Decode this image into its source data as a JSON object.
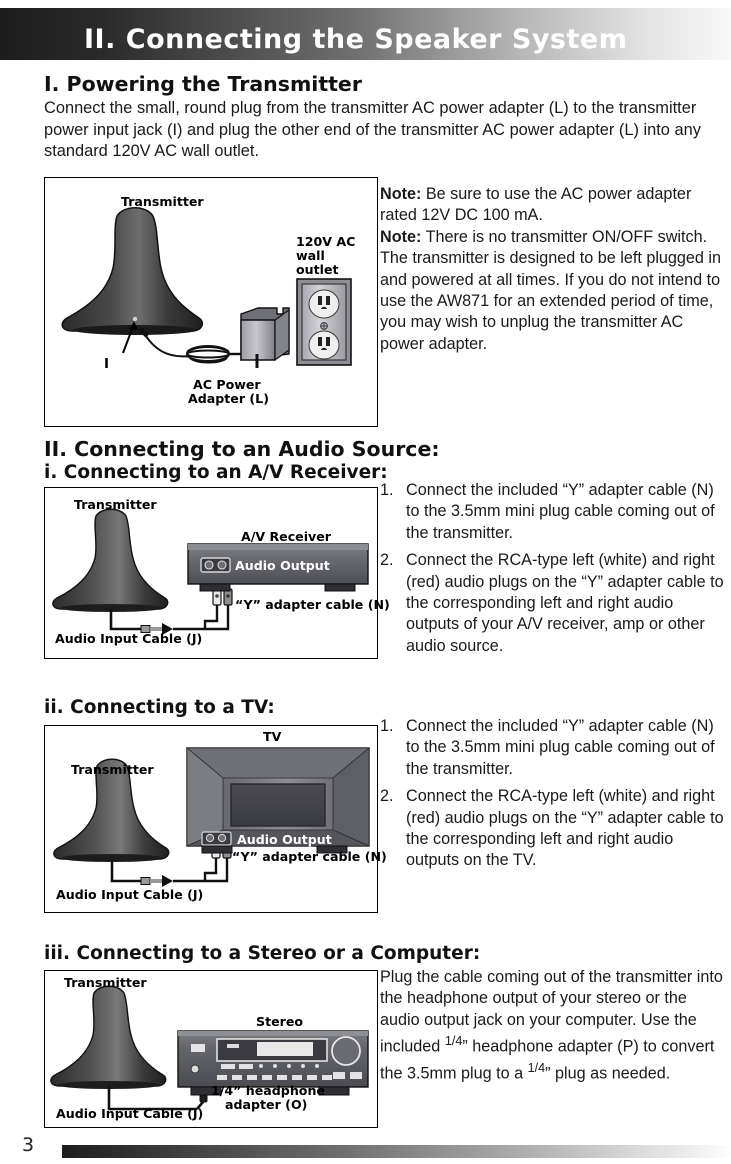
{
  "header": {
    "title": "II. Connecting the Speaker System"
  },
  "section1": {
    "heading": "I. Powering the Transmitter",
    "paragraph": "Connect the small, round plug from the transmitter AC power adapter (L) to the transmitter power input jack (I) and plug the other end of the transmitter AC power adapter (L) into any standard 120V AC wall outlet.",
    "figure": {
      "transmitter_label": "Transmitter",
      "jack_label": "I",
      "adapter_label_line1": "AC Power",
      "adapter_label_line2": "Adapter (L)",
      "outlet_label_line1": "120V AC",
      "outlet_label_line2": "wall",
      "outlet_label_line3": "outlet"
    },
    "notes": [
      {
        "label": "Note:",
        "text": " Be sure to use the AC power adapter rated 12V DC 100 mA."
      },
      {
        "label": "Note:",
        "text": " There is no transmitter ON/OFF switch. The transmitter is designed to be left plugged in and powered at all times. If you do not intend to use the AW871 for an extended period of time, you may wish to unplug the transmitter AC power adapter."
      }
    ]
  },
  "section2": {
    "heading": "II. Connecting to an Audio Source:",
    "sub_i": {
      "heading": "i. Connecting to an A/V Receiver:",
      "figure": {
        "transmitter_label": "Transmitter",
        "device_label": "A/V Receiver",
        "port_label": "Audio Output",
        "y_cable_label": "“Y” adapter cable (N)",
        "input_cable_label": "Audio Input Cable (J)"
      },
      "steps": [
        {
          "num": "1.",
          "text": "Connect the included “Y” adapter cable (N) to the 3.5mm mini plug cable coming out of the transmitter."
        },
        {
          "num": "2.",
          "text": "Connect the RCA-type left (white) and right (red) audio plugs on the “Y” adapter cable to the corresponding left and right audio outputs of your A/V  receiver, amp or other audio source."
        }
      ]
    },
    "sub_ii": {
      "heading": "ii. Connecting to a TV:",
      "figure": {
        "transmitter_label": "Transmitter",
        "device_label": "TV",
        "port_label": "Audio Output",
        "y_cable_label": "“Y” adapter cable (N)",
        "input_cable_label": "Audio Input Cable (J)"
      },
      "steps": [
        {
          "num": "1.",
          "text": "Connect the included “Y” adapter cable (N) to the 3.5mm mini plug cable coming out of the transmitter."
        },
        {
          "num": "2.",
          "text": "Connect the RCA-type left (white) and right (red) audio plugs on the “Y” adapter cable to the corresponding left and right audio outputs on the TV."
        }
      ]
    },
    "sub_iii": {
      "heading": "iii. Connecting to a Stereo or a Computer:",
      "figure": {
        "transmitter_label": "Transmitter",
        "device_label": "Stereo",
        "adapter_label_line1": "1/4” headphone",
        "adapter_label_line2": "adapter (O)",
        "input_cable_label": "Audio Input Cable (J)"
      },
      "paragraph_part1": "Plug the cable coming out of the transmitter into the headphone output of your stereo or the audio output jack on your computer. Use the included ",
      "fraction1": "1/4",
      "paragraph_part2": "” headphone adapter (P) to convert the 3.5mm plug to a ",
      "fraction2": "1/4",
      "paragraph_part3": "” plug as needed."
    }
  },
  "footer": {
    "page_number": "3"
  },
  "colors": {
    "header_dark": "#1d1d1d",
    "header_light": "#f8f8f8",
    "device_body": "#6b6b70",
    "text": "#1a1a1a"
  }
}
